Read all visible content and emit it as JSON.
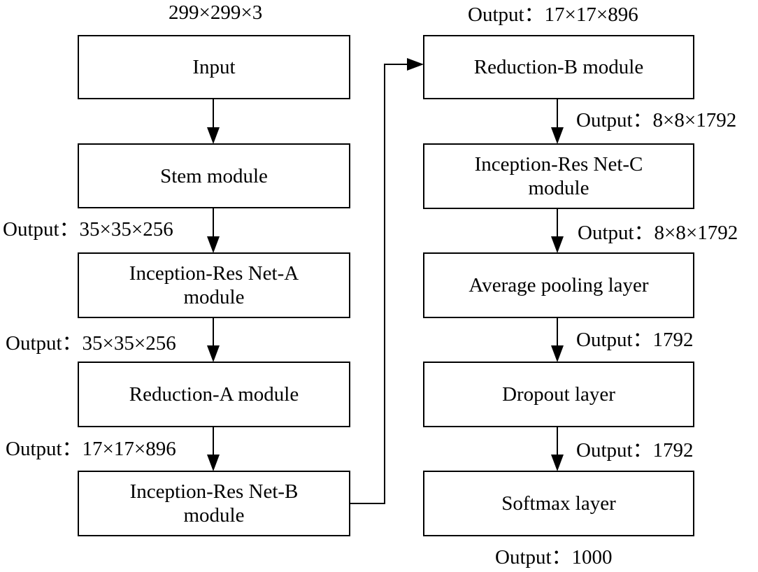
{
  "diagram": {
    "input_size": "299×299×3",
    "top_right_output": "Output：17×17×896",
    "final_output": "Output：1000",
    "left_column": [
      {
        "id": "input",
        "label": "Input"
      },
      {
        "id": "stem",
        "label": "Stem module"
      },
      {
        "id": "inception-a",
        "label": "Inception-Res Net-A\nmodule"
      },
      {
        "id": "reduction-a",
        "label": "Reduction-A module"
      },
      {
        "id": "inception-b",
        "label": "Inception-Res Net-B\nmodule"
      }
    ],
    "right_column": [
      {
        "id": "reduction-b",
        "label": "Reduction-B module"
      },
      {
        "id": "inception-c",
        "label": "Inception-Res Net-C\nmodule"
      },
      {
        "id": "avg-pool",
        "label": "Average pooling layer"
      },
      {
        "id": "dropout",
        "label": "Dropout layer"
      },
      {
        "id": "softmax",
        "label": "Softmax layer"
      }
    ],
    "left_outputs": [
      "Output：35×35×256",
      "Output：35×35×256",
      "Output：17×17×896"
    ],
    "right_outputs": [
      "Output：8×8×1792",
      "Output：8×8×1792",
      "Output：1792",
      "Output：1792"
    ]
  }
}
